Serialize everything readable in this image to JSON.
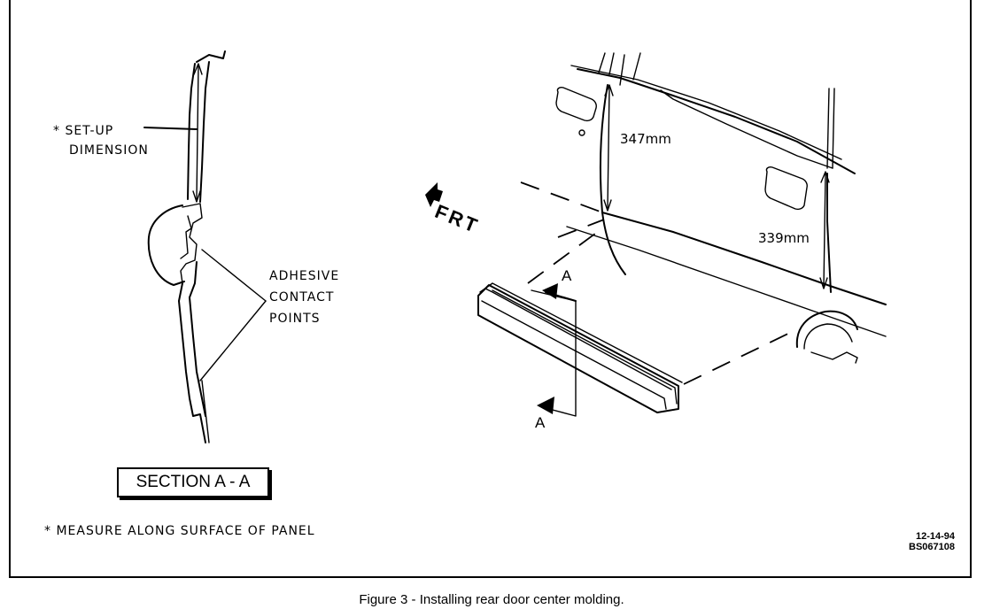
{
  "labels": {
    "setup_line1": "* SET-UP",
    "setup_line2": "DIMENSION",
    "adhesive_line1": "ADHESIVE",
    "adhesive_line2": "CONTACT",
    "adhesive_line3": "POINTS",
    "section": "SECTION A - A",
    "note": "* MEASURE ALONG SURFACE OF PANEL",
    "front": "FRT",
    "dim_upper": "347mm",
    "dim_lower": "339mm",
    "section_letter_top": "A",
    "section_letter_bottom": "A",
    "code_line1": "12-14-94",
    "code_line2": "BS067108"
  },
  "caption": "Figure 3 - Installing rear door center molding."
}
